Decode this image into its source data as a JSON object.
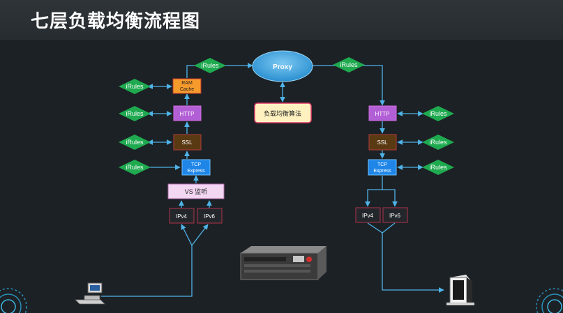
{
  "title": "七层负载均衡流程图",
  "proxy": "Proxy",
  "algorithm": "负载均衡算法",
  "irules": "iRules",
  "left": {
    "ram": "RAM",
    "cache": "Cache",
    "http": "HTTP",
    "ssl": "SSL",
    "tcp": "TCP",
    "express": "Express",
    "vs": "VS 监听",
    "ipv4": "IPv4",
    "ipv6": "IPv6"
  },
  "right": {
    "http": "HTTP",
    "ssl": "SSL",
    "tcp": "TCP",
    "express": "Express",
    "ipv4": "IPv4",
    "ipv6": "IPv6"
  },
  "colors": {
    "diamond": "#1faa50",
    "proxy": "#3ba3e0",
    "ram": "#f79a2c",
    "http": "#b25fd6",
    "ssl": "#5a3a12",
    "tcp": "#1f86e8",
    "vs": "#f2d6f2",
    "algorithm": "#fff2c0",
    "arrow": "#4fb3e8"
  },
  "icons": [
    "client-computer-icon",
    "load-balancer-appliance-icon",
    "server-tower-icon",
    "radar-decor-icon"
  ]
}
